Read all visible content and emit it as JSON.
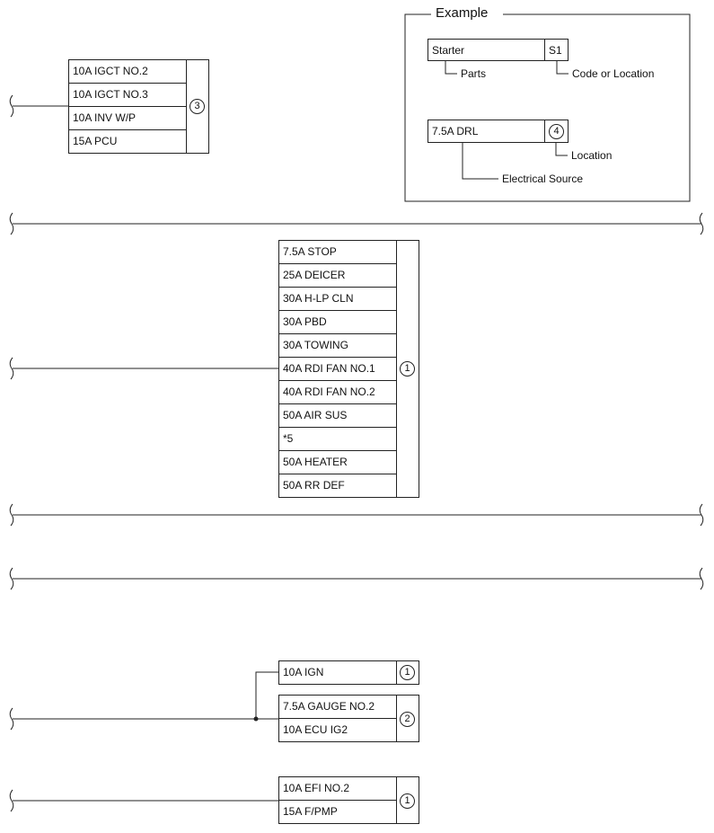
{
  "example": {
    "title": "Example",
    "part_name": "Starter",
    "part_code": "S1",
    "parts_label": "Parts",
    "code_label": "Code or Location",
    "source_name": "7.5A DRL",
    "source_location": "4",
    "location_label": "Location",
    "source_label": "Electrical Source"
  },
  "groups": [
    {
      "fuses": [
        "10A IGCT NO.2",
        "10A IGCT NO.3",
        "10A INV W/P",
        "15A PCU"
      ],
      "location": "3"
    },
    {
      "fuses": [
        "7.5A STOP",
        "25A DEICER",
        "30A H-LP CLN",
        "30A PBD",
        "30A TOWING",
        "40A RDI FAN NO.1",
        "40A RDI FAN NO.2",
        "50A AIR SUS",
        "*5",
        "50A HEATER",
        "50A RR DEF"
      ],
      "location": "1"
    },
    {
      "fuses": [
        "10A IGN"
      ],
      "location": "1"
    },
    {
      "fuses": [
        "7.5A GAUGE NO.2",
        "10A ECU IG2"
      ],
      "location": "2"
    },
    {
      "fuses": [
        "10A EFI NO.2",
        "15A F/PMP"
      ],
      "location": "1"
    }
  ]
}
